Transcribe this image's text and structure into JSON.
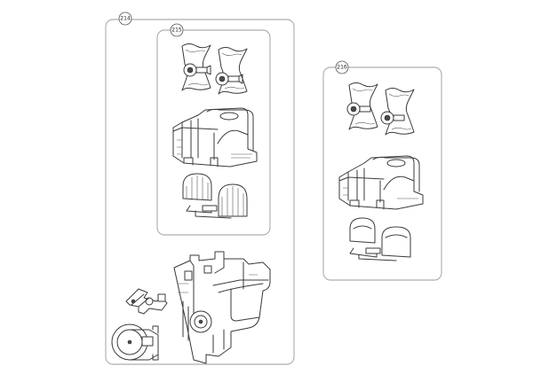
{
  "diagram": {
    "callouts": [
      {
        "id": "c214",
        "label": "214"
      },
      {
        "id": "c215",
        "label": "215"
      },
      {
        "id": "c216",
        "label": "216"
      }
    ]
  }
}
